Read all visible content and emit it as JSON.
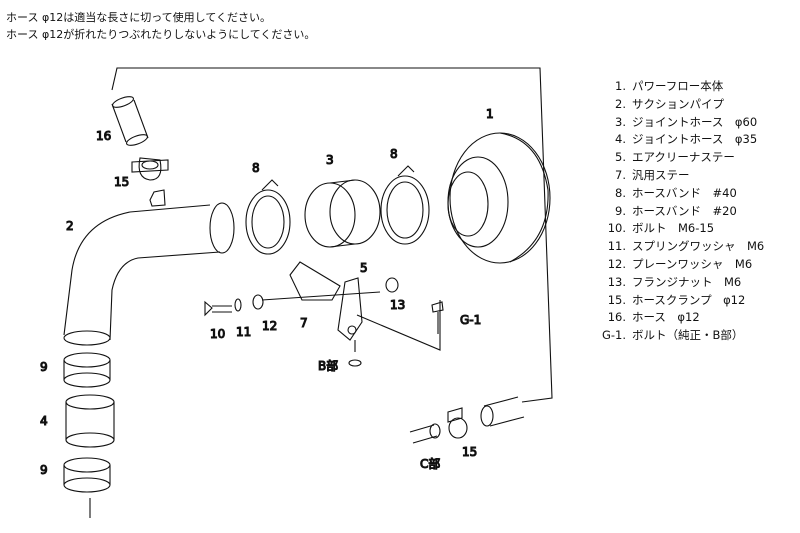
{
  "notes": [
    "ホース φ12は適当な長さに切って使用してください。",
    "ホース φ12が折れたりつぶれたりしないようにしてください。"
  ],
  "callouts": {
    "c1": "1",
    "c2": "2",
    "c3": "3",
    "c4": "4",
    "c5": "5",
    "c7": "7",
    "c8a": "8",
    "c8b": "8",
    "c9a": "9",
    "c9b": "9",
    "c10": "10",
    "c11": "11",
    "c12": "12",
    "c13": "13",
    "c15a": "15",
    "c15b": "15",
    "c16": "16",
    "cg1": "G-1"
  },
  "section_labels": {
    "b": "B部",
    "c": "C部"
  },
  "parts_list": [
    {
      "num": "1.",
      "name": "パワーフロー本体"
    },
    {
      "num": "2.",
      "name": "サクションパイプ"
    },
    {
      "num": "3.",
      "name": "ジョイントホース　φ60"
    },
    {
      "num": "4.",
      "name": "ジョイントホース　φ35"
    },
    {
      "num": "5.",
      "name": "エアクリーナステー"
    },
    {
      "num": "7.",
      "name": "汎用ステー"
    },
    {
      "num": "8.",
      "name": "ホースバンド　#40"
    },
    {
      "num": "9.",
      "name": "ホースバンド　#20"
    },
    {
      "num": "10.",
      "name": "ボルト　M6-15"
    },
    {
      "num": "11.",
      "name": "スプリングワッシャ　M6"
    },
    {
      "num": "12.",
      "name": "プレーンワッシャ　M6"
    },
    {
      "num": "13.",
      "name": "フランジナット　M6"
    },
    {
      "num": "15.",
      "name": "ホースクランプ　φ12"
    },
    {
      "num": "16.",
      "name": "ホース　φ12"
    },
    {
      "num": "G-1.",
      "name": "ボルト（純正・B部）"
    }
  ]
}
